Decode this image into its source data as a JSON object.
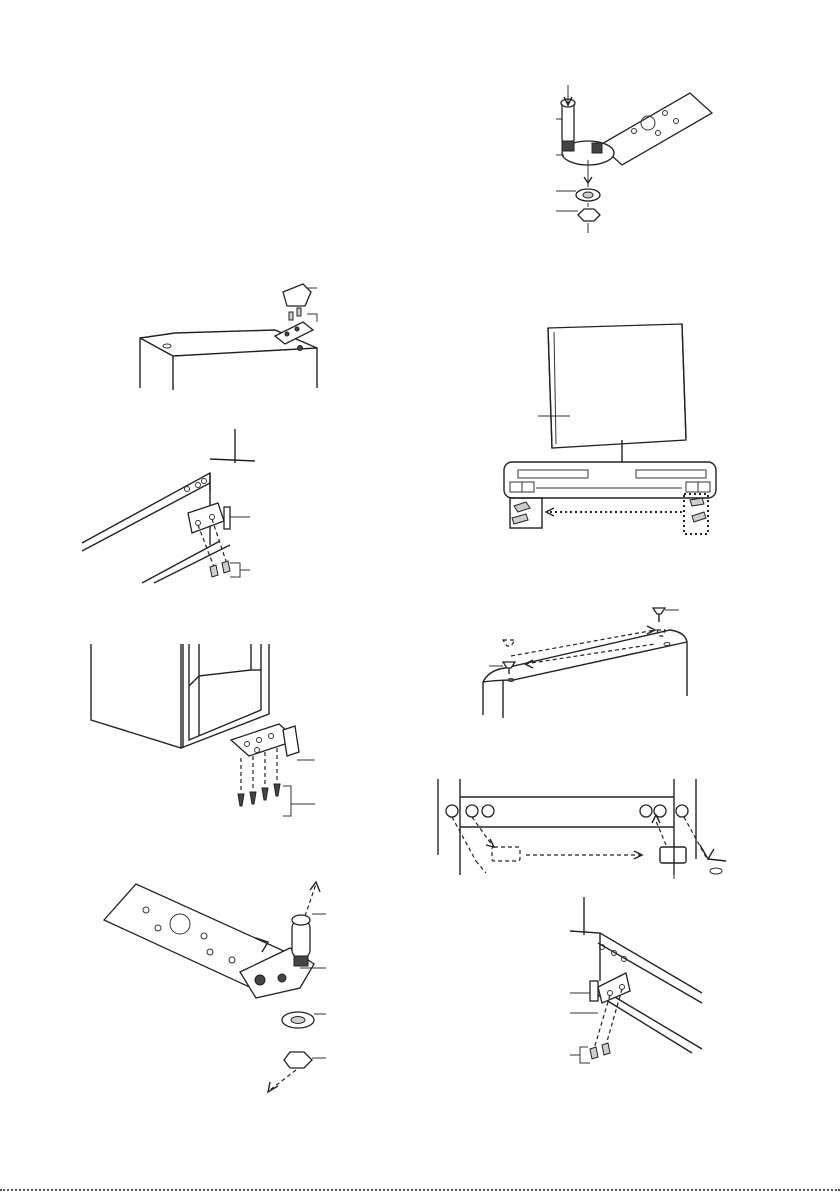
{
  "page": {
    "figures": [
      {
        "name": "hinge-pin-exploded-top"
      },
      {
        "name": "cabinet-top-hinge-cover"
      },
      {
        "name": "freezer-door-panel"
      },
      {
        "name": "cabinet-middle-hinge"
      },
      {
        "name": "door-top-pin-swap"
      },
      {
        "name": "cabinet-bottom-hinge"
      },
      {
        "name": "door-bottom-stopper-swap"
      },
      {
        "name": "hinge-pin-exploded-bottom"
      },
      {
        "name": "cabinet-lower-middle-hinge"
      }
    ]
  }
}
